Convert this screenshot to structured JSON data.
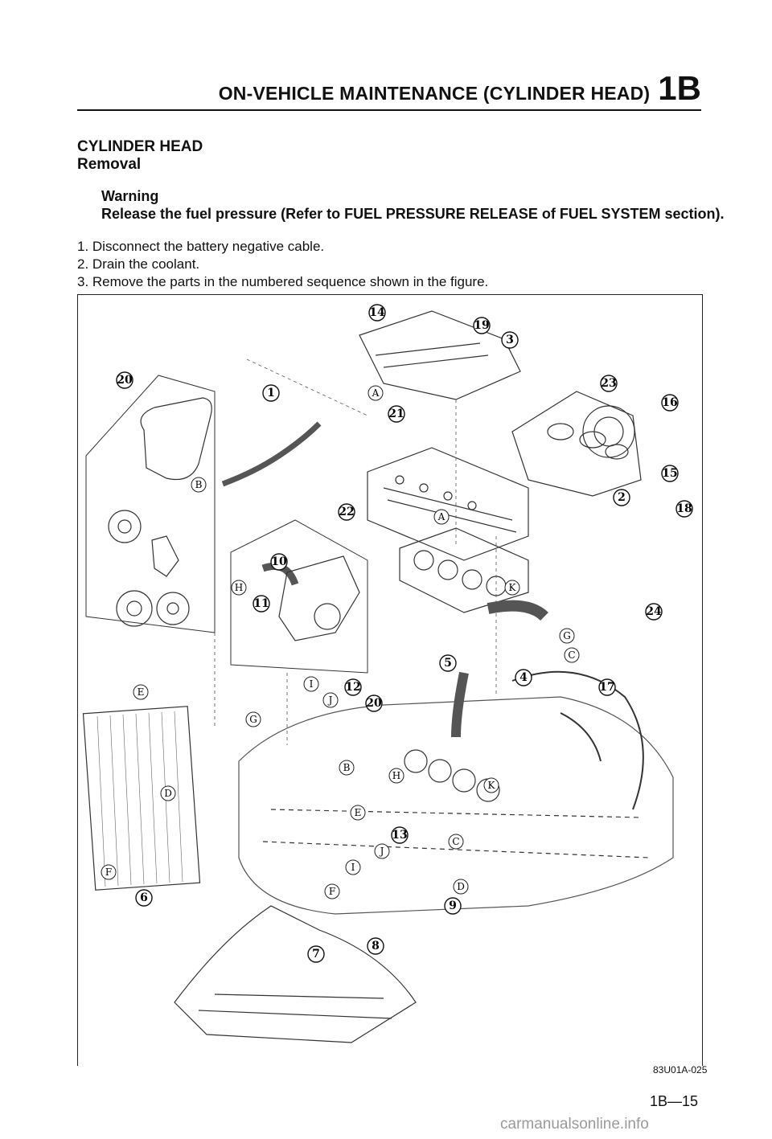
{
  "header": {
    "title": "ON-VEHICLE MAINTENANCE (CYLINDER HEAD)",
    "code": "1B"
  },
  "section": {
    "title": "CYLINDER HEAD",
    "subtitle": "Removal"
  },
  "warning": {
    "title": "Warning",
    "text": "Release the fuel pressure (Refer to FUEL PRESSURE RELEASE of FUEL SYSTEM section)."
  },
  "steps": [
    "1. Disconnect the battery negative cable.",
    "2. Drain the coolant.",
    "3. Remove the parts in the numbered sequence shown in the figure."
  ],
  "figure": {
    "callouts": [
      "1",
      "2",
      "3",
      "4",
      "5",
      "6",
      "7",
      "8",
      "9",
      "10",
      "11",
      "12",
      "13",
      "14",
      "15",
      "16",
      "17",
      "18",
      "19",
      "20",
      "21",
      "22",
      "23",
      "24",
      "20"
    ],
    "letters": [
      "A",
      "B",
      "H",
      "I",
      "J",
      "K",
      "G",
      "C",
      "E",
      "D",
      "F",
      "G",
      "B",
      "H",
      "K",
      "E",
      "J",
      "C",
      "I",
      "D",
      "F",
      "A"
    ],
    "code": "83U01A-025"
  },
  "footer": {
    "page": "1B—15",
    "watermark": "carmanualsonline.info"
  }
}
